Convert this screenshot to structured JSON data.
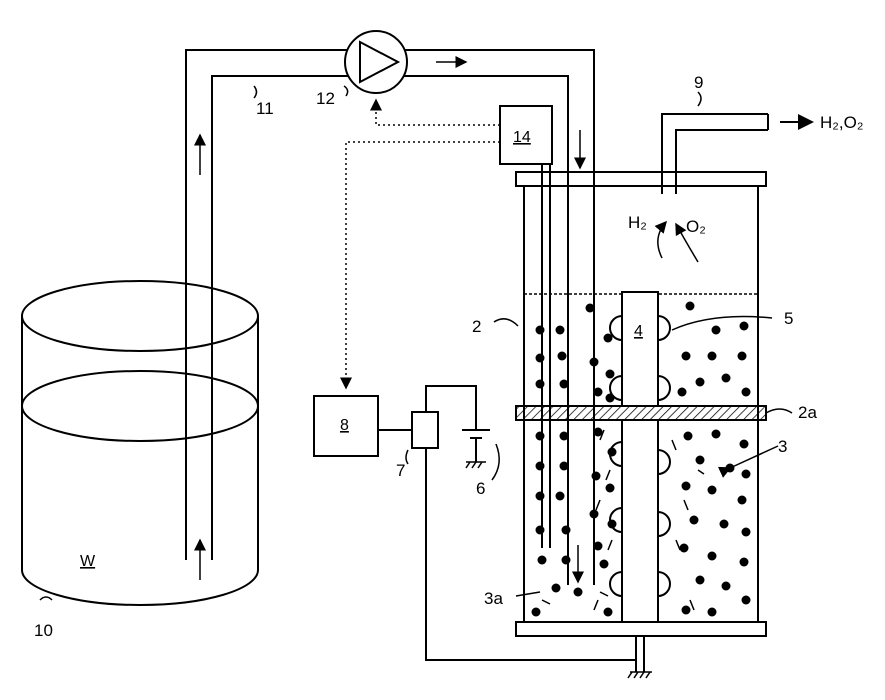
{
  "labels": {
    "tank": "10",
    "water": "W",
    "pipe": "11",
    "pump": "12",
    "controller": "14",
    "outlet_pipe": "9",
    "gas_output": "H₂,O₂",
    "h2": "H₂",
    "o2": "O₂",
    "vessel": "2",
    "electrode": "4",
    "bubble": "5",
    "partition": "2a",
    "particles_area": "3",
    "particle": "3a",
    "power_unit": "8",
    "switch": "7",
    "battery": "6"
  },
  "colors": {
    "line": "#000000",
    "background": "#ffffff"
  }
}
